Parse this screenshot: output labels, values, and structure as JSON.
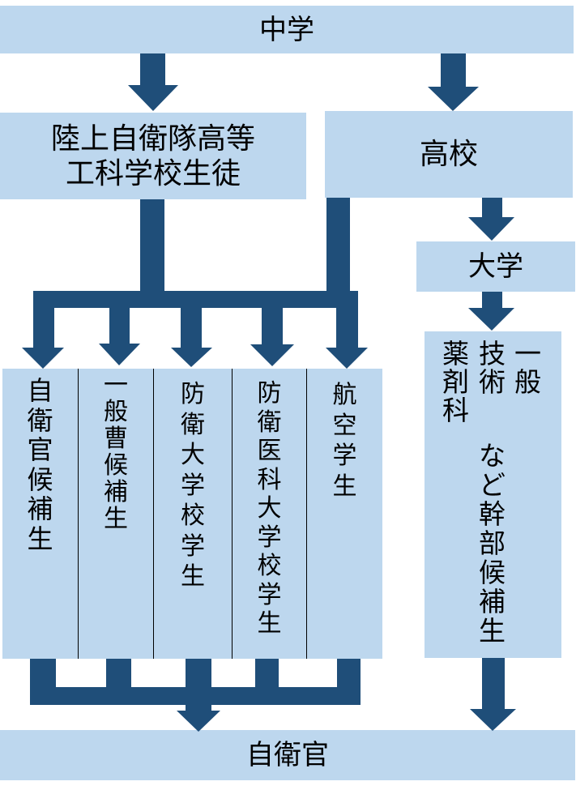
{
  "diagram": {
    "junior_high": "中学",
    "gsdf_high_tech_school": {
      "line1": "陸上自衛隊高等",
      "line2": "工科学校生徒"
    },
    "high_school": "高校",
    "university": "大学",
    "entry_paths": [
      "自衛官候補生",
      "一般曹候補生",
      "防衛大学校学生",
      "防衛医科大学校学生",
      "航空学生"
    ],
    "officer_candidates": {
      "categories": [
        "一般",
        "技術",
        "薬剤科"
      ],
      "suffix": "など幹部候補生"
    },
    "sdf_personnel": "自衛官"
  },
  "colors": {
    "box_fill": "#BDD7EE",
    "arrow_fill": "#1F4E79",
    "text": "#000000",
    "divider": "#000000"
  }
}
